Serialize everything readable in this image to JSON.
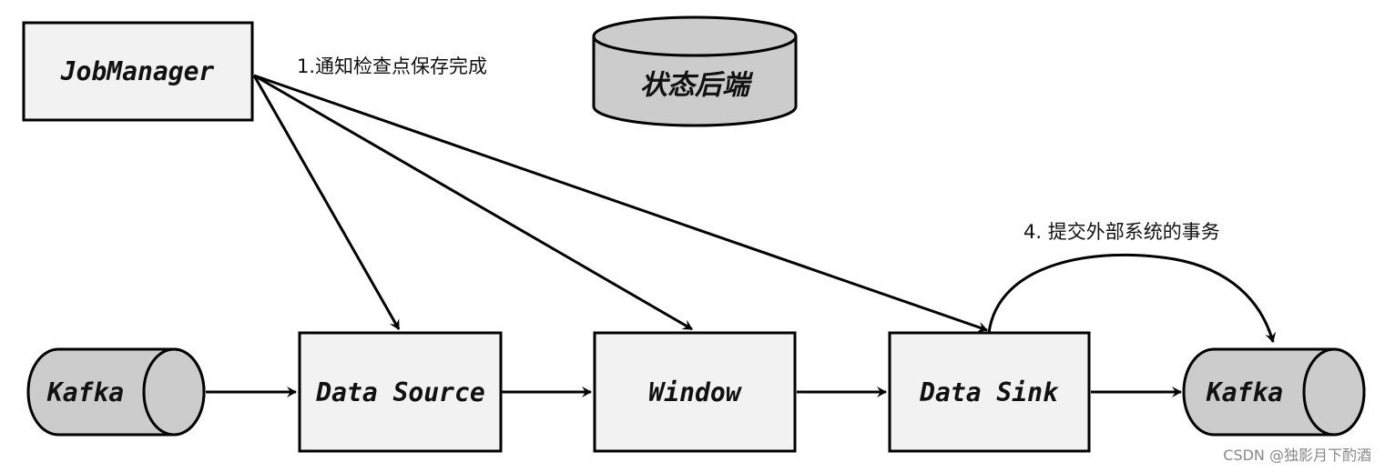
{
  "nodes": {
    "job_manager": "JobManager",
    "state_backend": "状态后端",
    "kafka_source": "Kafka",
    "data_source": "Data Source",
    "window": "Window",
    "data_sink": "Data Sink",
    "kafka_sink": "Kafka"
  },
  "annotations": {
    "notify_checkpoint": "1.通知检查点保存完成",
    "commit_transaction": "4. 提交外部系统的事务"
  },
  "watermark": "CSDN @独影月下酌酒",
  "colors": {
    "box_fill": "#f2f2f2",
    "cylinder_fill": "#cccccc",
    "stroke": "#000000",
    "background": "#ffffff"
  }
}
